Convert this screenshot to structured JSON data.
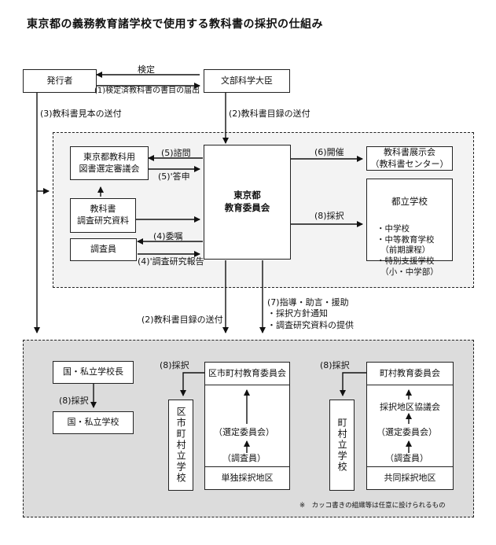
{
  "title": "東京都の義務教育諸学校で使用する教科書の採択の仕組み",
  "boxes": {
    "publisher": "発行者",
    "minister": "文部科学大臣",
    "council": "東京都教科用\n図書選定審議会",
    "materials": "教科書\n調査研究資料",
    "investigator": "調査員",
    "board": "東京都\n教育委員会",
    "exhibition": "教科書展示会\n（教科書センター）",
    "metro_school_title": "都立学校",
    "metro_school_items": "・中学校\n・中等教育学校\n　（前期課程）\n・特別支援学校\n　（小・中学部）",
    "national_head": "国・私立学校長",
    "national_school": "国・私立学校",
    "ward_board": "区市町村教育委員会",
    "ward_school": "区市町村立学校",
    "single_district": "単独採択地区",
    "town_board": "町村教育委員会",
    "town_school": "町村立学校",
    "joint_district": "共同採択地区"
  },
  "labels": {
    "kentei": "検定",
    "l1": "(1)検定済教科書の書目の届出",
    "l2a": "(2)教科書目録の送付",
    "l3": "(3)教科書見本の送付",
    "l5": "(5)諮問",
    "l5b": "(5)'答申",
    "l6": "(6)開催",
    "l8a": "(8)採択",
    "l4": "(4)委嘱",
    "l4b": "(4)'調査研究報告",
    "l2b": "(2)教科書目録の送付",
    "l7": "(7)指導・助言・援助\n・採択方針通知\n・調査研究資料の提供",
    "l8b": "(8)採択",
    "l8c": "(8)採択",
    "l8d": "(8)採択",
    "ward_selection": "（選定委員会）",
    "ward_investigator": "（調査員）",
    "joint_council": "採択地区協議会",
    "town_selection": "（選定委員会）",
    "town_investigator": "（調査員）",
    "note": "※　カッコ書きの組織等は任意に設けられるもの"
  }
}
